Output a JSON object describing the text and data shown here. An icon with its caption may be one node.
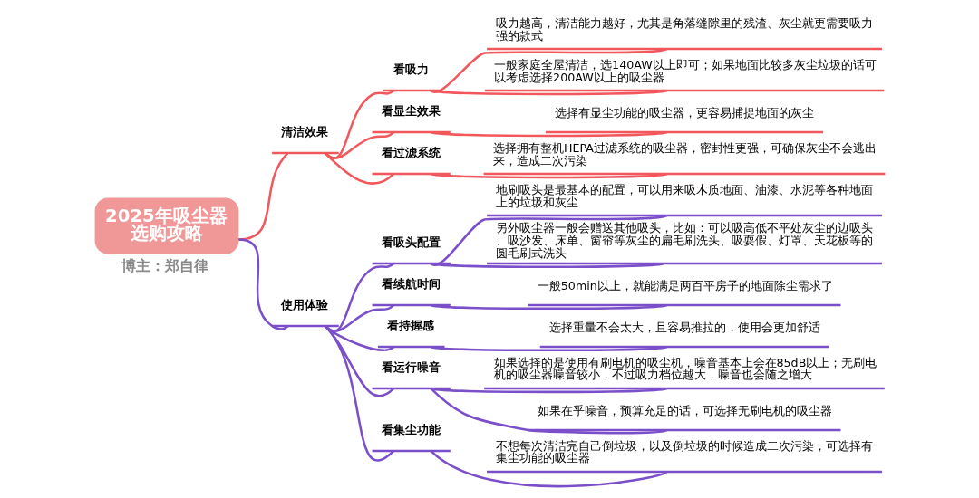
{
  "diagram": {
    "nodes": [
      {
        "text": [
          "2025年吸尘器选购攻略"
        ],
        "beside": [
          "博主：郑自律"
        ]
      },
      {
        "text": [
          "清洁效果"
        ]
      },
      {
        "text": [
          "看吸力"
        ]
      },
      {
        "text": [
          "吸力越高，清洁能力越好，尤其是角落缝隙里的残渣、灰尘就更需要吸力强的款式"
        ]
      },
      {
        "text": [
          "一般家庭全屋清洁，选140AW以上即可；如果地面比较多灰尘垃圾的话可以考虑选择200AW以上的吸尘器"
        ]
      },
      {
        "text": [
          "看显尘效果"
        ]
      },
      {
        "text": [
          "选择有显尘功能的吸尘器，更容易捕捉地面的灰尘"
        ]
      },
      {
        "text": [
          "看过滤系统"
        ]
      },
      {
        "text": [
          "选择拥有整机HEPA过滤系统的吸尘器，密封性更强，可确保灰尘不会逃出来，造成二次污染"
        ]
      },
      {
        "text": [
          "使用体验"
        ]
      },
      {
        "text": [
          "看吸头配置"
        ]
      },
      {
        "text": [
          "地刷吸头是最基本的配置，可以用来吸木质地面、油漆、水泥等各种地面上的垃圾和灰尘"
        ]
      },
      {
        "text": [
          "另外吸尘器一般会赠送其他吸头，比如：可以吸高低不平处灰尘的边吸头、吸沙发、床单、窗帘等灰尘的扁毛刷洗头、吸耍假、灯罩、天花板等的圆毛刷式洗头"
        ]
      },
      {
        "text": [
          "看续航时间"
        ]
      },
      {
        "text": [
          "一般50min以上，就能满足两百平房子的地面除尘需求了"
        ]
      },
      {
        "text": [
          "看持握感"
        ]
      },
      {
        "text": [
          "选择重量不会太大，且容易推拉的，使用会更加舒适"
        ]
      },
      {
        "text": [
          "看运行噪音"
        ]
      },
      {
        "text": [
          "如果选择的是使用有刷电机的吸尘机，噪音基本上会在85dB以上；无刷电机的吸尘器噪音较小，不过吸力档位越大，噪音也会随之增大"
        ]
      },
      {
        "text": [
          "如果在乎噪音，预算充足的话，可选择无刷电机的吸尘器"
        ]
      },
      {
        "text": [
          "看集尘功能"
        ]
      },
      {
        "text": [
          "不想每次清洁完自己倒垃圾，以及倒垃圾的时候造成二次污染，可选择有集尘功能的吸尘器"
        ]
      }
    ],
    "edges": [
      {
        "from": 0,
        "to": 1,
        "arrow": "none",
        "color": "#f2575c"
      },
      {
        "from": 1,
        "to": 2,
        "arrow": "none",
        "color": "#f2575c"
      },
      {
        "from": 2,
        "to": 3,
        "arrow": "none",
        "color": "#f2575c"
      },
      {
        "from": 2,
        "to": 4,
        "arrow": "none",
        "color": "#f2575c"
      },
      {
        "from": 1,
        "to": 5,
        "arrow": "none",
        "color": "#f2575c"
      },
      {
        "from": 5,
        "to": 6,
        "arrow": "none",
        "color": "#f2575c"
      },
      {
        "from": 1,
        "to": 7,
        "arrow": "none",
        "color": "#f2575c"
      },
      {
        "from": 7,
        "to": 8,
        "arrow": "none",
        "color": "#f2575c"
      },
      {
        "from": 0,
        "to": 9,
        "arrow": "none"
      },
      {
        "from": 9,
        "to": 10,
        "arrow": "none"
      },
      {
        "from": 10,
        "to": 11,
        "arrow": "none"
      },
      {
        "from": 10,
        "to": 12,
        "arrow": "none"
      },
      {
        "from": 9,
        "to": 13,
        "arrow": "none"
      },
      {
        "from": 13,
        "to": 14,
        "arrow": "none"
      },
      {
        "from": 9,
        "to": 15,
        "arrow": "none"
      },
      {
        "from": 15,
        "to": 16,
        "arrow": "none"
      },
      {
        "from": 9,
        "to": 17,
        "arrow": "none"
      },
      {
        "from": 17,
        "to": 18,
        "arrow": "none"
      },
      {
        "from": 17,
        "to": 19,
        "arrow": "none"
      },
      {
        "from": 9,
        "to": 20,
        "arrow": "none"
      },
      {
        "from": 20,
        "to": 21,
        "arrow": "none"
      }
    ]
  }
}
